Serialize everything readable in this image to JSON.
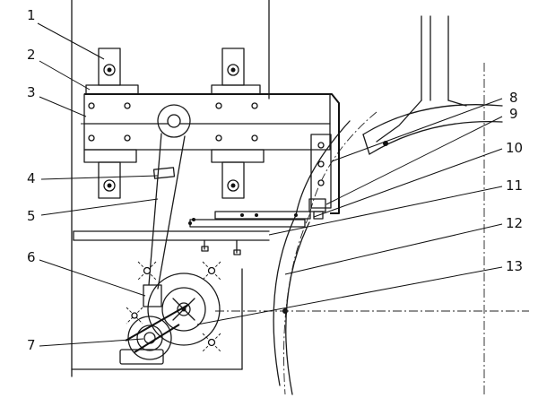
{
  "callouts": [
    "1",
    "2",
    "3",
    "4",
    "5",
    "6",
    "7",
    "8",
    "9",
    "10",
    "11",
    "12",
    "13"
  ]
}
